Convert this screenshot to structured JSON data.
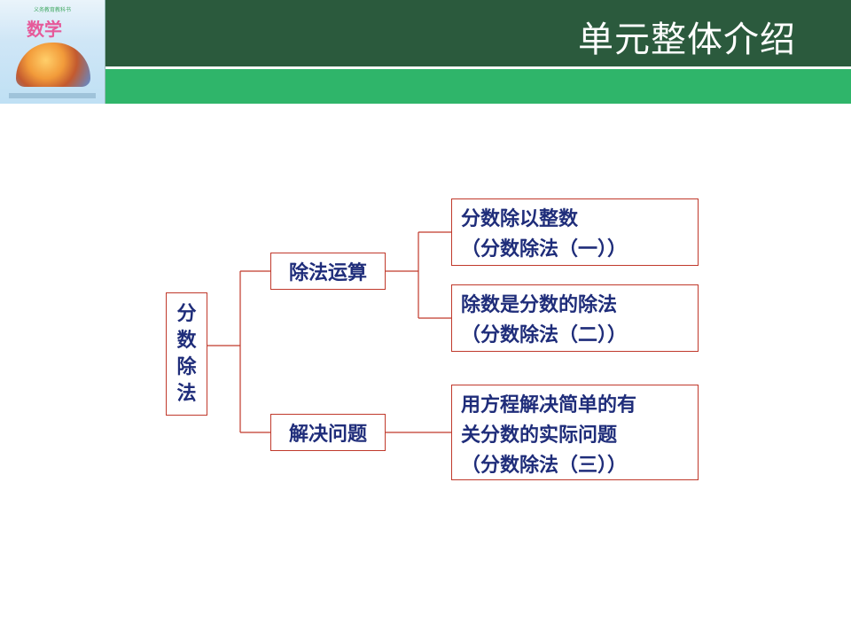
{
  "header": {
    "title": "单元整体介绍",
    "cover": {
      "top_text": "义务教育教科书",
      "title": "数学"
    }
  },
  "diagram": {
    "root": {
      "chars": [
        "分",
        "数",
        "除",
        "法"
      ]
    },
    "branches": [
      {
        "label": "除法运算",
        "leaves": [
          {
            "lines": [
              "分数除以整数",
              "（分数除法（一））"
            ]
          },
          {
            "lines": [
              "除数是分数的除法",
              "（分数除法（二））"
            ]
          }
        ]
      },
      {
        "label": "解决问题",
        "leaves": [
          {
            "lines": [
              "用方程解决简单的有",
              "关分数的实际问题",
              "（分数除法（三））"
            ]
          }
        ]
      }
    ]
  },
  "colors": {
    "header_dark": "#2b5a3d",
    "header_green": "#2fb56a",
    "box_border": "#c0392b",
    "text": "#1f2d7a"
  }
}
